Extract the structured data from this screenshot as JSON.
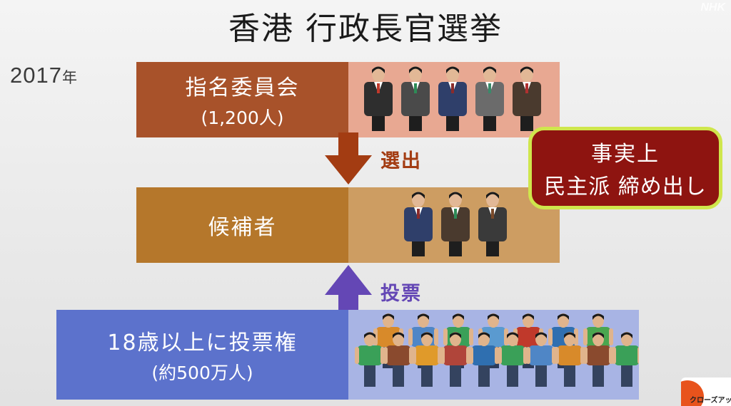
{
  "broadcaster_logo": "NHK",
  "title": "香港 行政長官選挙",
  "year": {
    "number": "2017",
    "suffix": "年"
  },
  "steps": [
    {
      "label": "指名委員会",
      "sub": "(1,200人)",
      "color": "#a8522a",
      "image_color": "#e8a892",
      "people": 5
    },
    {
      "label": "候補者",
      "sub": "",
      "color": "#b5772b",
      "image_color": "#cd9d62",
      "people": 3
    },
    {
      "label": "18歳以上に投票権",
      "sub": "(約500万人)",
      "color": "#5c72cc",
      "image_color": "#a8b4e4",
      "people": 17
    }
  ],
  "arrows": [
    {
      "label": "選出",
      "color": "#a33c12",
      "direction": "down"
    },
    {
      "label": "投票",
      "color": "#6447b5",
      "direction": "up"
    }
  ],
  "callout": {
    "line1": "事実上",
    "line2": "民主派 締め出し",
    "bg": "#8e1410",
    "border": "#cfe64c"
  },
  "program_bug": "クローズアップ"
}
